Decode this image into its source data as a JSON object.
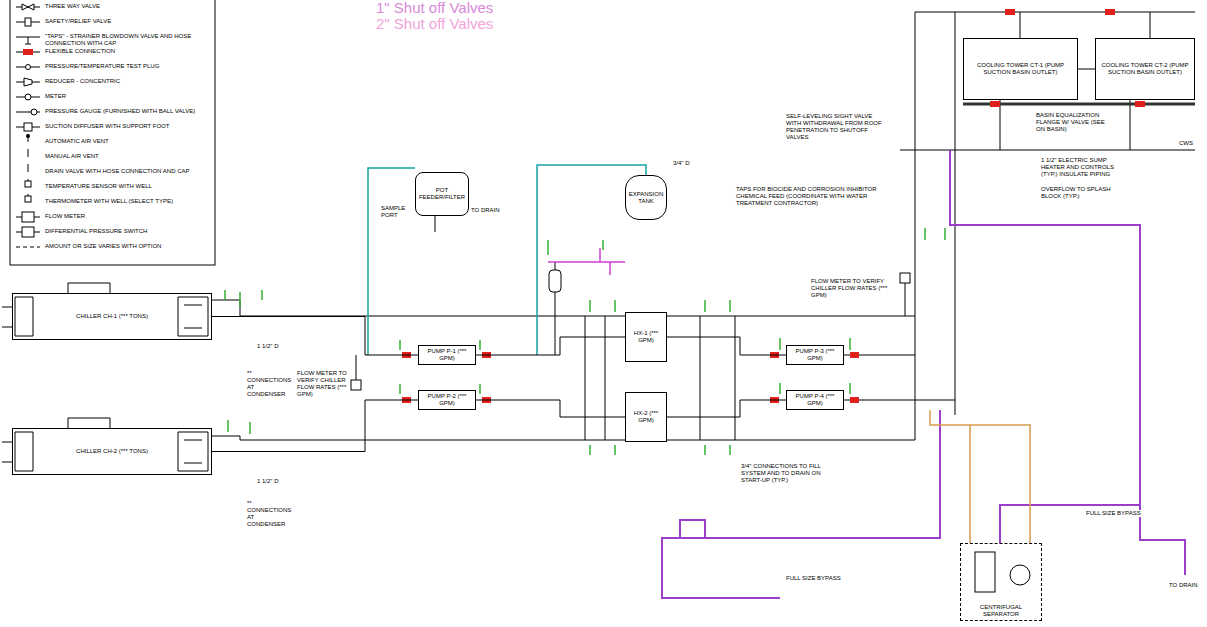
{
  "diagram": {
    "nodes": [
      {
        "text": [
          "POT FEEDER/FILTER"
        ]
      },
      {
        "text": [
          "EXPANSION TANK"
        ]
      },
      {
        "text": [
          "COOLING TOWER CT-1 (PUMP SUCTION BASIN OUTLET)"
        ]
      },
      {
        "text": [
          "COOLING TOWER CT-2 (PUMP SUCTION BASIN OUTLET)"
        ]
      },
      {
        "text": [
          "CHILLER CH-1 (*** TONS)"
        ]
      },
      {
        "text": [
          "PUMP P-1 (*** GPM)"
        ]
      },
      {
        "text": [
          "HX-1 (*** GPM)"
        ]
      },
      {
        "text": [
          "PUMP P-3 (*** GPM)"
        ]
      },
      {
        "text": [
          "PUMP P-2 (*** GPM)"
        ]
      },
      {
        "text": [
          "HX-2 (*** GPM)"
        ]
      },
      {
        "text": [
          "PUMP P-4 (*** GPM)"
        ]
      },
      {
        "text": [
          "CHILLER CH-2 (*** TONS)"
        ]
      },
      {
        "text": [
          "CENTRIFUGAL SEPARATOR"
        ]
      }
    ],
    "edges": [
      {
        "from": 4,
        "to": 5,
        "arrow": "none"
      },
      {
        "from": 5,
        "to": 6,
        "arrow": "none"
      },
      {
        "from": 6,
        "to": 7,
        "arrow": "none"
      },
      {
        "from": 11,
        "to": 8,
        "arrow": "none"
      },
      {
        "from": 8,
        "to": 9,
        "arrow": "none"
      },
      {
        "from": 9,
        "to": 10,
        "arrow": "none"
      },
      {
        "from": 2,
        "to": 3,
        "arrow": "none"
      }
    ],
    "labels": [
      "1\" Shut off Valves",
      "2\" Shut off Valves",
      "1 1/2\" D",
      "** CONNECTIONS AT CONDENSER",
      "FLOW METER TO VERIFY CHILLER FLOW RATES (*** GPM)",
      "1 1/2\" D",
      "** CONNECTIONS AT CONDENSER",
      "SAMPLE PORT",
      "TO DRAIN",
      "3/4\" D",
      "TAPS FOR BIOCIDE AND CORROSION INHIBITOR CHEMICAL FEED (COORDINATE WITH WATER TREATMENT CONTRACTOR)",
      "FLOW METER TO VERIFY CHILLER FLOW RATES (*** GPM)",
      "SELF-LEVELING SIGHT VALVE WITH WITHDRAWAL FROM ROOF PENETRATION TO SHUTOFF VALVES",
      "BASIN EQUALIZATION FLANGE W/ VALVE (SEE ON BASIN)",
      "1 1/2\" ELECTRIC SUMP HEATER AND CONTROLS (TYP.) INSULATE PIPING",
      "OVERFLOW TO SPLASH BLOCK (TYP.)",
      "CWS",
      "FULL SIZE BYPASS",
      "TO DRAIN",
      "3/4\" CONNECTIONS TO FILL SYSTEM AND TO DRAIN ON START-UP (TYP.)",
      "FULL SIZE BYPASS"
    ],
    "legend": [
      {
        "text": "THREE WAY VALVE"
      },
      {
        "text": "SAFETY/RELIEF VALVE"
      },
      {
        "text": "\"TAPS\" - STRAINER BLOWDOWN VALVE AND HOSE CONNECTION WITH CAP"
      },
      {
        "text": "FLEXIBLE CONNECTION"
      },
      {
        "text": "PRESSURE/TEMPERATURE TEST PLUG"
      },
      {
        "text": "REDUCER - CONCENTRIC"
      },
      {
        "text": "METER"
      },
      {
        "text": "PRESSURE GAUGE (FURNISHED WITH BALL VALVE)"
      },
      {
        "text": "SUCTION DIFFUSER WITH SUPPORT FOOT"
      },
      {
        "text": "AUTOMATIC AIR VENT"
      },
      {
        "text": "MANUAL AIR VENT"
      },
      {
        "text": "DRAIN VALVE WITH HOSE CONNECTION AND CAP"
      },
      {
        "text": "TEMPERATURE SENSOR WITH WELL"
      },
      {
        "text": "THERMOMETER WITH WELL (SELECT TYPE)"
      },
      {
        "text": "FLOW METER"
      },
      {
        "text": "DIFFERENTIAL PRESSURE SWITCH"
      },
      {
        "text": "AMOUNT OR SIZE VARIES WITH OPTION"
      }
    ]
  }
}
